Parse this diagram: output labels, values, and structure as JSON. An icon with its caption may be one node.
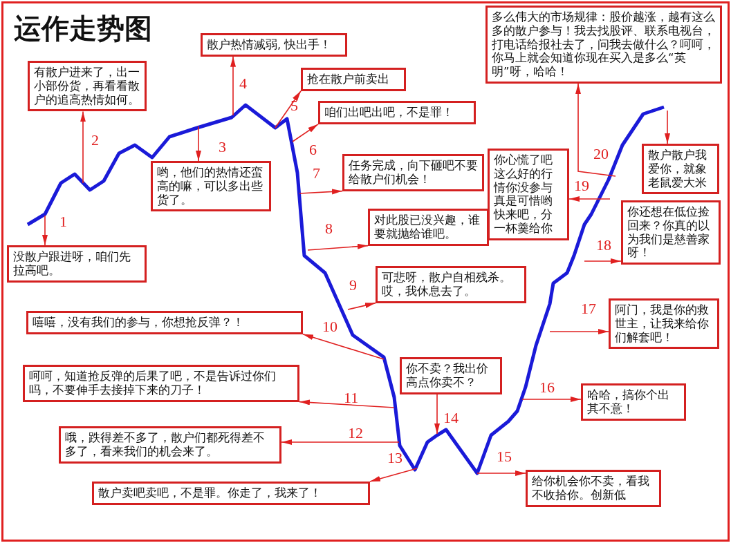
{
  "diagram": {
    "title": "运作走势图",
    "nodes": [
      {
        "text": [
          "散户热情减弱, 快出手！"
        ]
      },
      {
        "text": [
          "多么伟大的市场规律：股价越涨，越有这么多的散户参与！我去找股评、联系电视台，打电话给报社去了，问我去做什么？呵呵，你马上就会知道你现在买入是多么“英明”呀，哈哈！"
        ]
      },
      {
        "text": [
          "有散户进来了，出一小部份货，再看看散户的追高热情如何。"
        ]
      },
      {
        "text": [
          "抢在散户前卖出"
        ]
      },
      {
        "text": [
          "咱们出吧出吧，不是罪！"
        ]
      },
      {
        "text": [
          "散户散户我爱你，就象老鼠爱大米"
        ]
      },
      {
        "text": [
          "哟，他们的热情还蛮高的嘛，可以多出些货了。"
        ]
      },
      {
        "text": [
          "你心慌了吧这么好的行情你没参与真是可惜哟快来吧，分一杯羹给你"
        ]
      },
      {
        "text": [
          "任务完成，向下砸吧不要给散户们机会！"
        ]
      },
      {
        "text": [
          "你还想在低位捡回来？你真的以为我们是慈善家呀！"
        ]
      },
      {
        "text": [
          "对此股已没兴趣，谁要就抛给谁吧。"
        ]
      },
      {
        "text": [
          "没散户跟进呀，咱们先拉高吧。"
        ]
      },
      {
        "text": [
          "可悲呀，散户自相残杀。哎，我休息去了。"
        ]
      },
      {
        "text": [
          "阿门，我是你的救世主，让我来给你们解套吧！"
        ]
      },
      {
        "text": [
          "嘻嘻，没有我们的参与，你想抢反弹？！"
        ]
      },
      {
        "text": [
          "呵呵，知道抢反弹的后果了吧，不是告诉过你们吗，不要伸手去接掉下来的刀子！"
        ]
      },
      {
        "text": [
          "你不卖？我出价高点你卖不？"
        ]
      },
      {
        "text": [
          "哈哈，搞你个出其不意！"
        ]
      },
      {
        "text": [
          "哦，跌得差不多了，散户们都死得差不多了，看来我们的机会来了。"
        ]
      },
      {
        "text": [
          "散户卖吧卖吧，不是罪。你走了，我来了！"
        ]
      },
      {
        "text": [
          "给你机会你不卖，看我不收拾你。创新低"
        ]
      }
    ],
    "edges": [
      {
        "from": null,
        "to": 11,
        "arrow": "to",
        "label": "1"
      },
      {
        "from": null,
        "to": 2,
        "arrow": "to",
        "label": "2"
      },
      {
        "from": null,
        "to": 6,
        "arrow": "to",
        "label": "3"
      },
      {
        "from": null,
        "to": 0,
        "arrow": "to",
        "label": "4"
      },
      {
        "from": null,
        "to": 3,
        "arrow": "to",
        "label": "5"
      },
      {
        "from": null,
        "to": 4,
        "arrow": "to",
        "label": "6"
      },
      {
        "from": null,
        "to": 8,
        "arrow": "to",
        "label": "7"
      },
      {
        "from": null,
        "to": 10,
        "arrow": "to",
        "label": "8"
      },
      {
        "from": null,
        "to": 12,
        "arrow": "to",
        "label": "9"
      },
      {
        "from": null,
        "to": 14,
        "arrow": "to",
        "label": "10"
      },
      {
        "from": null,
        "to": 15,
        "arrow": "to",
        "label": "11"
      },
      {
        "from": null,
        "to": 18,
        "arrow": "to",
        "label": "12"
      },
      {
        "from": null,
        "to": 19,
        "arrow": "to",
        "label": "13"
      },
      {
        "from": 16,
        "to": null,
        "arrow": "to",
        "label": "14"
      },
      {
        "from": null,
        "to": 20,
        "arrow": "to",
        "label": "15"
      },
      {
        "from": null,
        "to": 17,
        "arrow": "to",
        "label": "16"
      },
      {
        "from": null,
        "to": 13,
        "arrow": "to",
        "label": "17"
      },
      {
        "from": null,
        "to": 9,
        "arrow": "to",
        "label": "18"
      },
      {
        "from": null,
        "to": 7,
        "arrow": "to",
        "label": "19"
      },
      {
        "from": null,
        "to": 1,
        "arrow": "to",
        "label": "20"
      },
      {
        "from": null,
        "to": 5,
        "arrow": "to"
      }
    ]
  }
}
